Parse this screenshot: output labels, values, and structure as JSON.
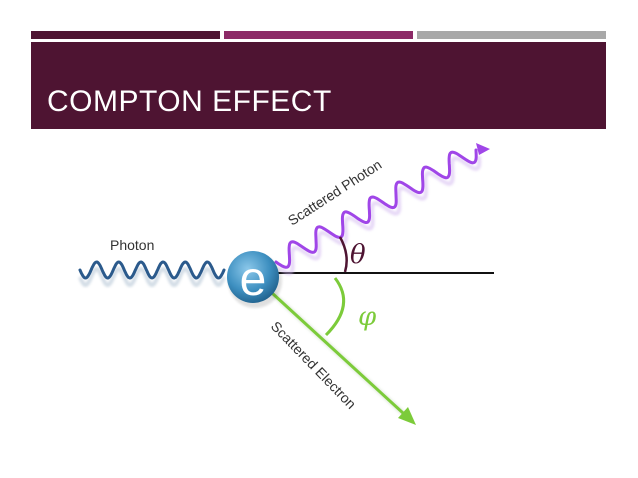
{
  "slide": {
    "title": "COMPTON EFFECT"
  },
  "diagram": {
    "incoming_label": "Photon",
    "scattered_photon_label": "Scattered Photon",
    "scattered_electron_label": "Scattered Electron",
    "electron_symbol": "e",
    "theta_symbol": "θ",
    "phi_symbol": "φ"
  },
  "colors": {
    "title_band": "#4e1432",
    "incoming_photon": "#2b5a8c",
    "scattered_photon": "#a046e8",
    "electron_path": "#7ccb3a",
    "electron_fill": "#3d8fc0",
    "theta_color": "#4e1432",
    "phi_color": "#7ccb3a"
  },
  "icons": {
    "electron": "electron-icon"
  }
}
